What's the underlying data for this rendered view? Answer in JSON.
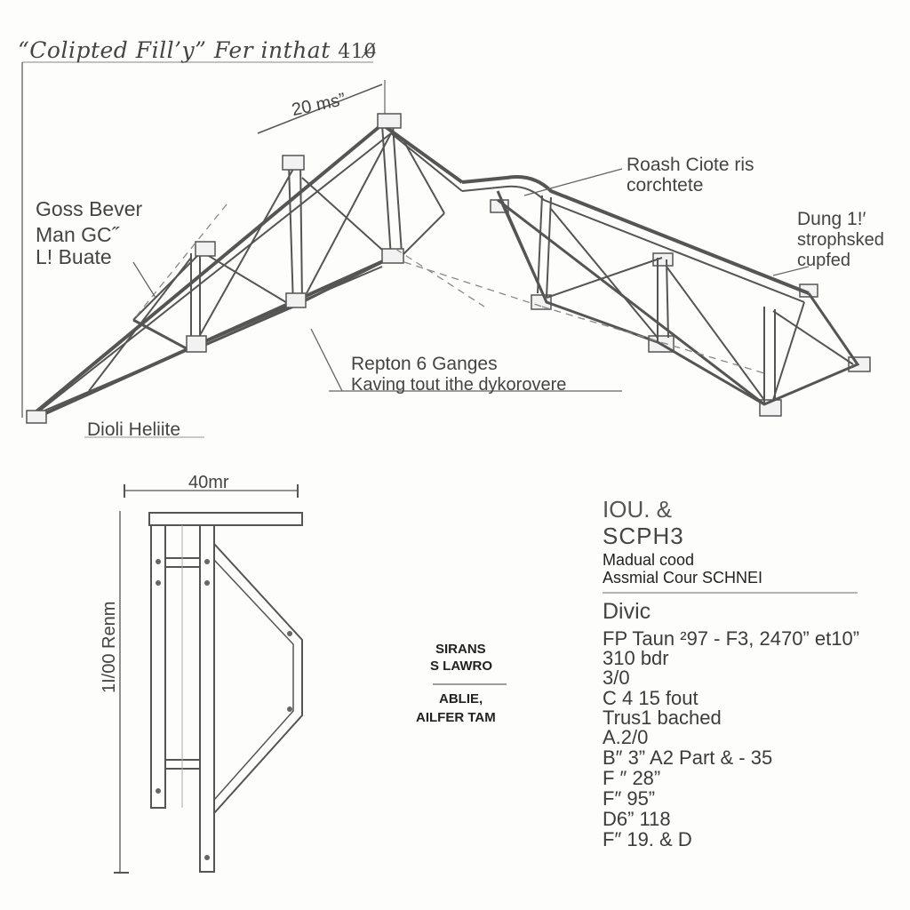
{
  "title": "“Colipted Fill’y” Fer inthat",
  "title_code": "410̶̸",
  "top_dimension": "20 ms”",
  "labels_left": [
    "Goss Bever",
    "Man GC˝",
    "L! Buate"
  ],
  "label_bottom_left": "Dioli Heliite",
  "label_roash": [
    "Roash Ciote ris",
    "corchtete"
  ],
  "label_right": [
    "Dung 1!′",
    "strophsked",
    "cupfed"
  ],
  "label_center": [
    "Repton 6 Ganges",
    "Kaving tout ithe dykorovere"
  ],
  "elevation_width": "40mr",
  "elevation_height": "1I/00 Renm",
  "center_notes": [
    "SIRANS",
    "S LAWRO",
    "ABLIE,",
    "AILFER TAM"
  ],
  "spec_block": {
    "header1": "IOU. &",
    "header2": "SCPH3",
    "sub1": "Madual cood",
    "sub2": "Assmial Cour SCHNEI",
    "heading": "Divic",
    "lines": [
      "FP Taun ²97 - F3, 2470” et10”",
      "310 bdr",
      "3/0",
      "C 4 15 fout",
      "Trus1 bached",
      "A.2/0",
      "B″ 3” A2 Part & - 35",
      "F ″ 28”",
      "F″ 95”",
      "D6” 118",
      "F″ 19. & D"
    ]
  }
}
